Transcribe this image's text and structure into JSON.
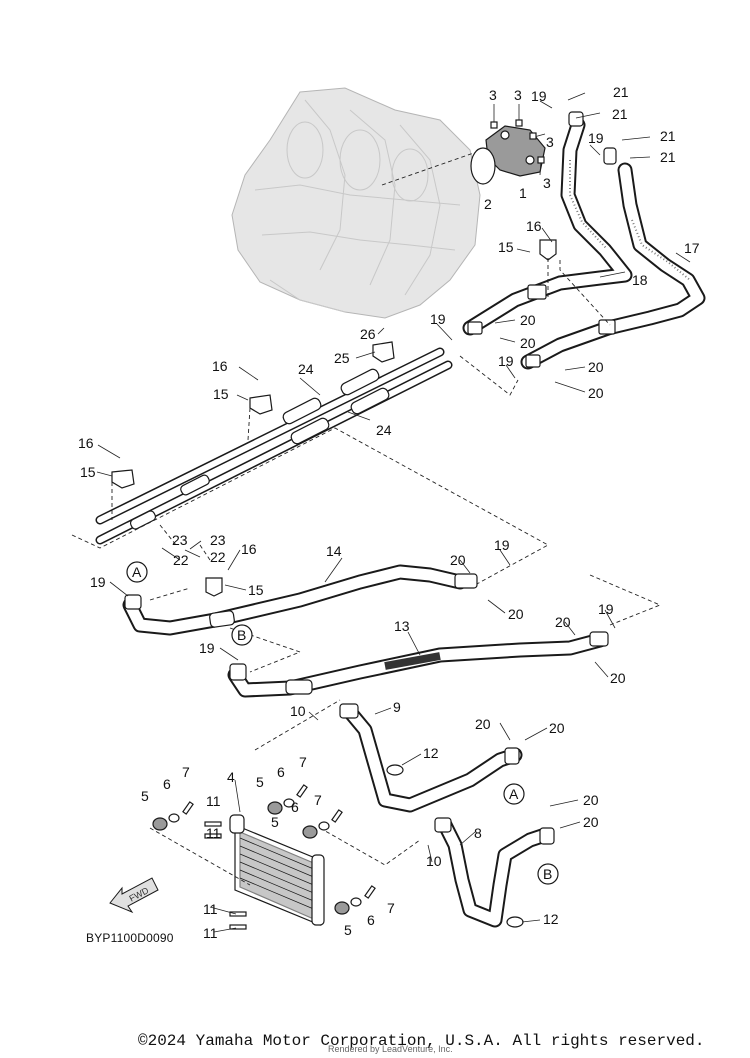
{
  "diagram": {
    "code": "BYP1100D0090",
    "fwd_label": "FWD",
    "circle_refs": [
      "A",
      "B"
    ],
    "callouts": {
      "c1": "1",
      "c2": "2",
      "c3a": "3",
      "c3b": "3",
      "c3c": "3",
      "c3d": "3",
      "c4": "4",
      "c5a": "5",
      "c5b": "5",
      "c5c": "5",
      "c5d": "5",
      "c6a": "6",
      "c6b": "6",
      "c6c": "6",
      "c6d": "6",
      "c7a": "7",
      "c7b": "7",
      "c7c": "7",
      "c7d": "7",
      "c8": "8",
      "c9": "9",
      "c10a": "10",
      "c10b": "10",
      "c11a": "11",
      "c11b": "11",
      "c11c": "11",
      "c11d": "11",
      "c12a": "12",
      "c12b": "12",
      "c13": "13",
      "c14": "14",
      "c15a": "15",
      "c15b": "15",
      "c15c": "15",
      "c15d": "15",
      "c16a": "16",
      "c16b": "16",
      "c16c": "16",
      "c16d": "16",
      "c17": "17",
      "c18": "18",
      "c19a": "19",
      "c19b": "19",
      "c19c": "19",
      "c19d": "19",
      "c19e": "19",
      "c19f": "19",
      "c19g": "19",
      "c19h": "19",
      "c20a": "20",
      "c20b": "20",
      "c20c": "20",
      "c20d": "20",
      "c20e": "20",
      "c20f": "20",
      "c20g": "20",
      "c20h": "20",
      "c20i": "20",
      "c20j": "20",
      "c20k": "20",
      "c20l": "20",
      "c21a": "21",
      "c21b": "21",
      "c21c": "21",
      "c21d": "21",
      "c22a": "22",
      "c22b": "22",
      "c23a": "23",
      "c23b": "23",
      "c24a": "24",
      "c24b": "24",
      "c25": "25",
      "c26": "26"
    }
  },
  "footer": {
    "copyright": "©2024 Yamaha Motor Corporation, U.S.A. All rights reserved.",
    "rendered_by": "Rendered by LeadVenture, Inc."
  },
  "colors": {
    "line": "#1a1a1a",
    "engine_fill": "#e6e6e6",
    "background": "#ffffff"
  }
}
